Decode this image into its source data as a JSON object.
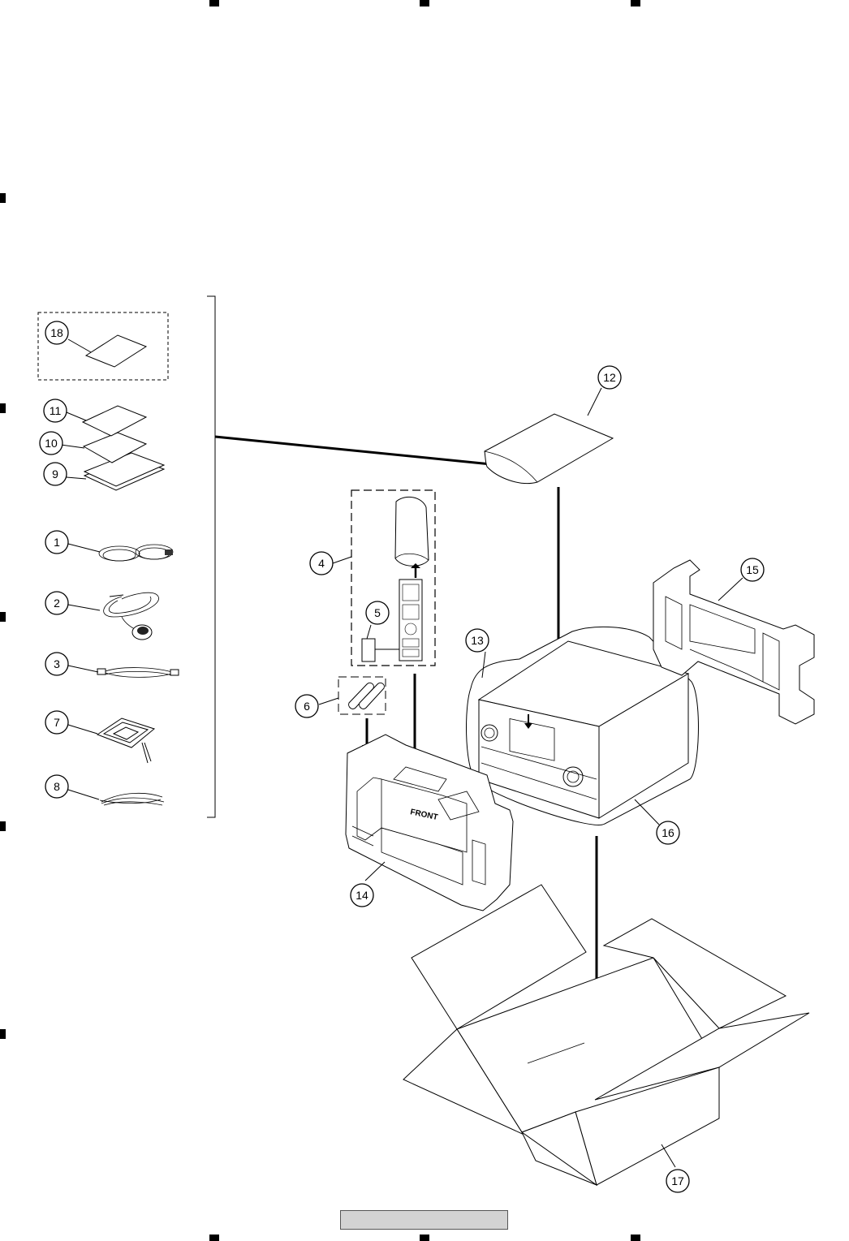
{
  "diagram": {
    "callouts": [
      {
        "id": "18",
        "label": "18"
      },
      {
        "id": "11",
        "label": "11"
      },
      {
        "id": "10",
        "label": "10"
      },
      {
        "id": "9",
        "label": "9"
      },
      {
        "id": "1",
        "label": "1"
      },
      {
        "id": "2",
        "label": "2"
      },
      {
        "id": "3",
        "label": "3"
      },
      {
        "id": "7",
        "label": "7"
      },
      {
        "id": "8",
        "label": "8"
      },
      {
        "id": "4",
        "label": "4"
      },
      {
        "id": "5",
        "label": "5"
      },
      {
        "id": "6",
        "label": "6"
      },
      {
        "id": "12",
        "label": "12"
      },
      {
        "id": "13",
        "label": "13"
      },
      {
        "id": "14",
        "label": "14"
      },
      {
        "id": "15",
        "label": "15"
      },
      {
        "id": "16",
        "label": "16"
      },
      {
        "id": "17",
        "label": "17"
      }
    ],
    "foam_label": "FRONT"
  }
}
